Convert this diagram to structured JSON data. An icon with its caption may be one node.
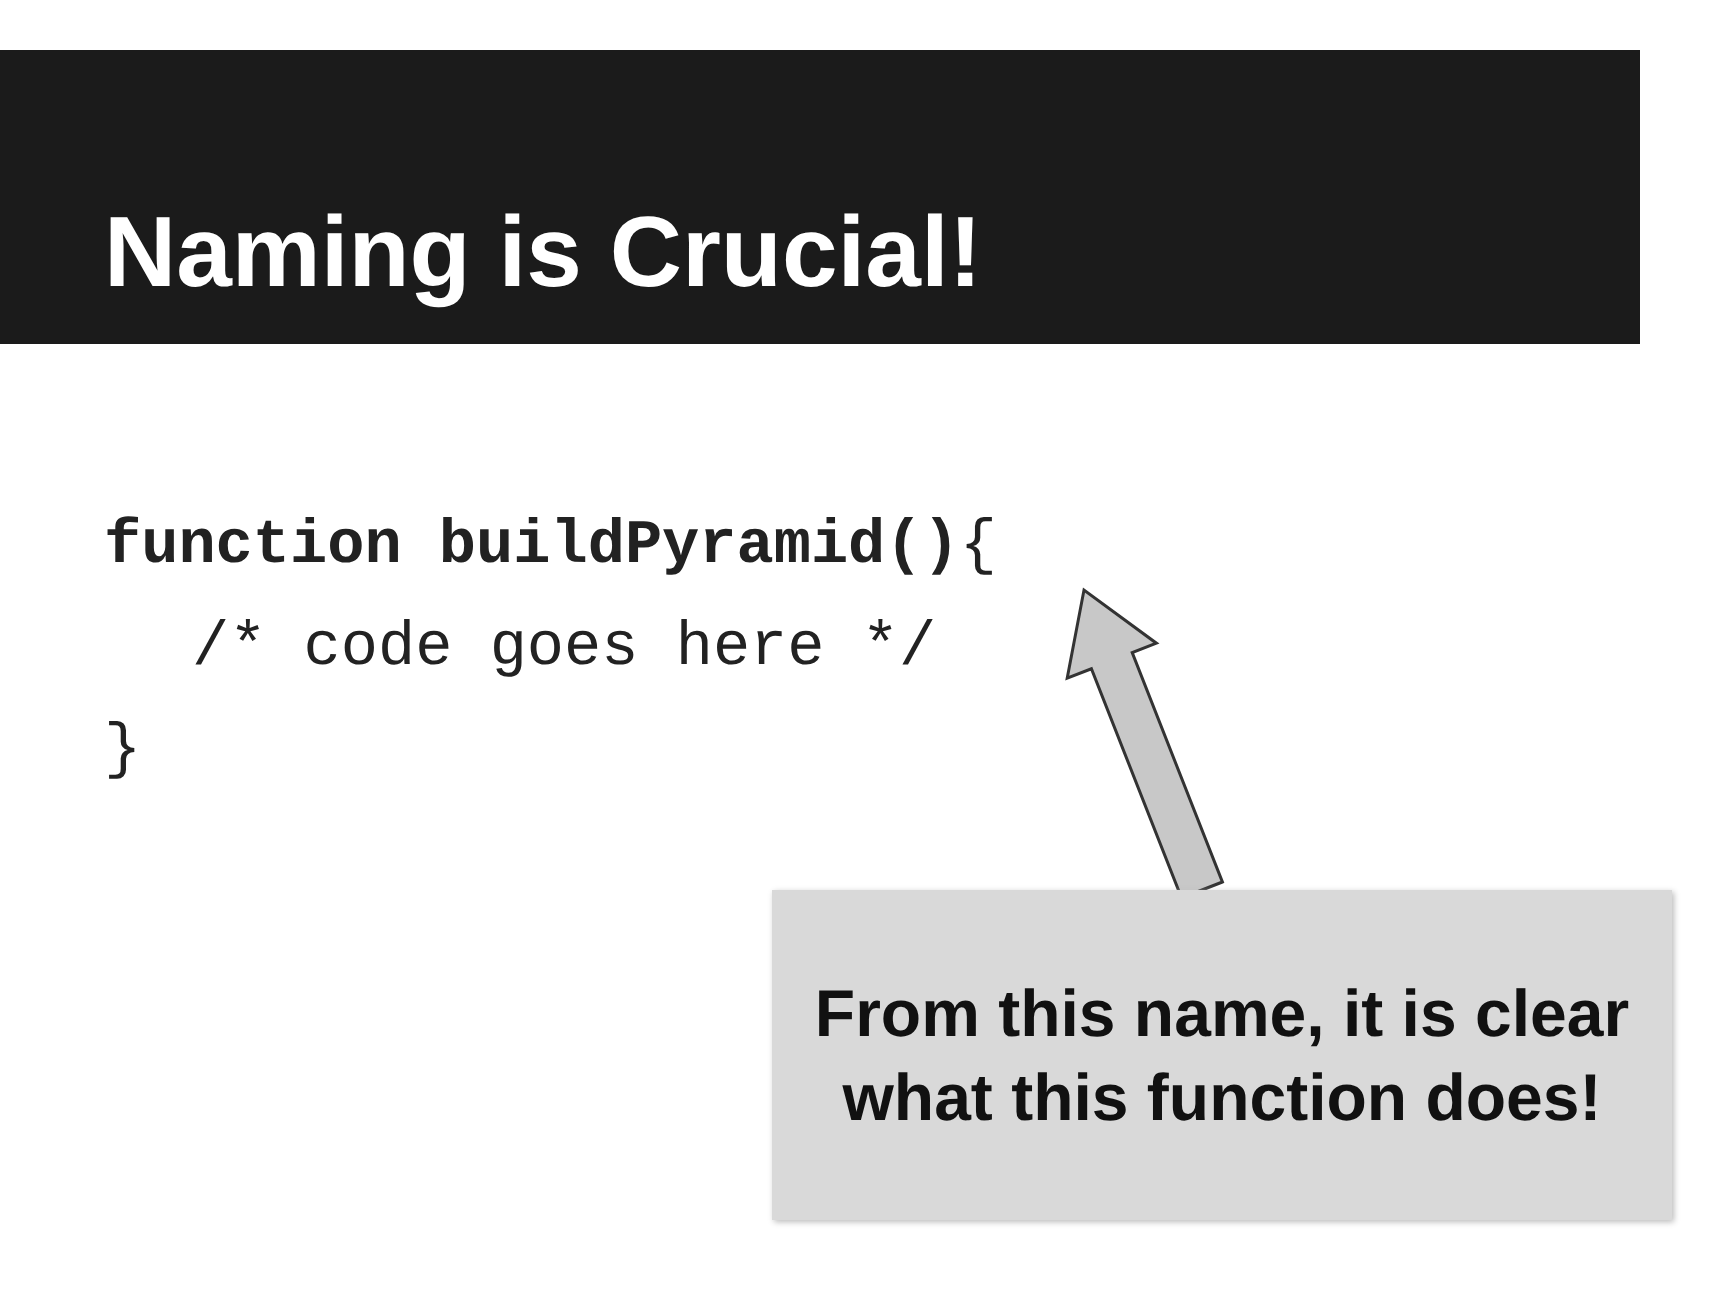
{
  "diagram": {
    "title": "Naming is Crucial!",
    "nodes": [
      {
        "text": [
          "**function buildPyramid()**{"
        ]
      },
      {
        "text": [
          "From this name, it is clear what this function does!"
        ]
      }
    ],
    "edges": [
      {
        "from": 1,
        "to": 0,
        "arrow": "to"
      }
    ],
    "labels": [
      "/* code goes here */",
      "}"
    ]
  }
}
